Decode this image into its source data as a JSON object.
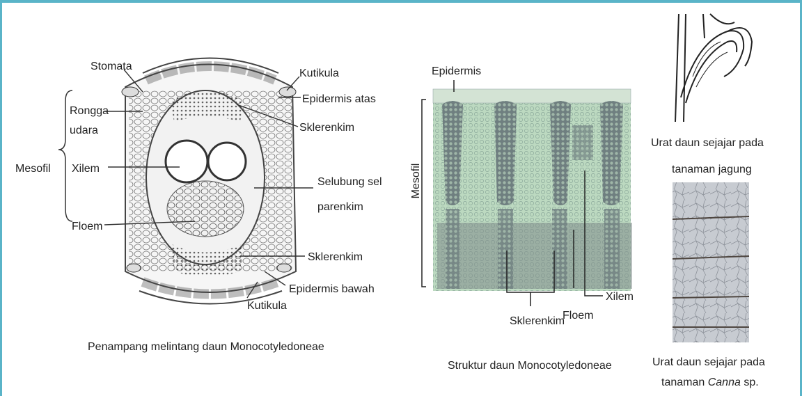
{
  "colors": {
    "frame": "#5ab4c8",
    "micrograph_bg": "#b9d6bd",
    "line": "#333333"
  },
  "panel_cross_section": {
    "labels": {
      "stomata": "Stomata",
      "kutikula_top": "Kutikula",
      "epidermis_atas": "Epidermis atas",
      "rongga": "Rongga",
      "udara": "udara",
      "sklerenkim_top": "Sklerenkim",
      "mesofil": "Mesofil",
      "xilem": "Xilem",
      "selubung": "Selubung sel",
      "parenkim": "parenkim",
      "floem": "Floem",
      "sklerenkim_bottom": "Sklerenkim",
      "epidermis_bawah": "Epidermis bawah",
      "kutikula_bottom": "Kutikula"
    },
    "caption": "Penampang melintang daun Monocotyledoneae"
  },
  "panel_micrograph": {
    "labels": {
      "epidermis": "Epidermis",
      "mesofil": "Mesofil",
      "xilem": "Xilem",
      "floem": "Floem",
      "sklerenkim": "Sklerenkim"
    },
    "caption": "Struktur daun Monocotyledoneae"
  },
  "panel_venation": {
    "jagung_caption_1": "Urat daun sejajar pada",
    "jagung_caption_2": "tanaman jagung",
    "canna_caption_1": "Urat daun sejajar pada",
    "canna_caption_2_prefix": "tanaman ",
    "canna_caption_2_italic": "Canna",
    "canna_caption_2_suffix": " sp."
  }
}
